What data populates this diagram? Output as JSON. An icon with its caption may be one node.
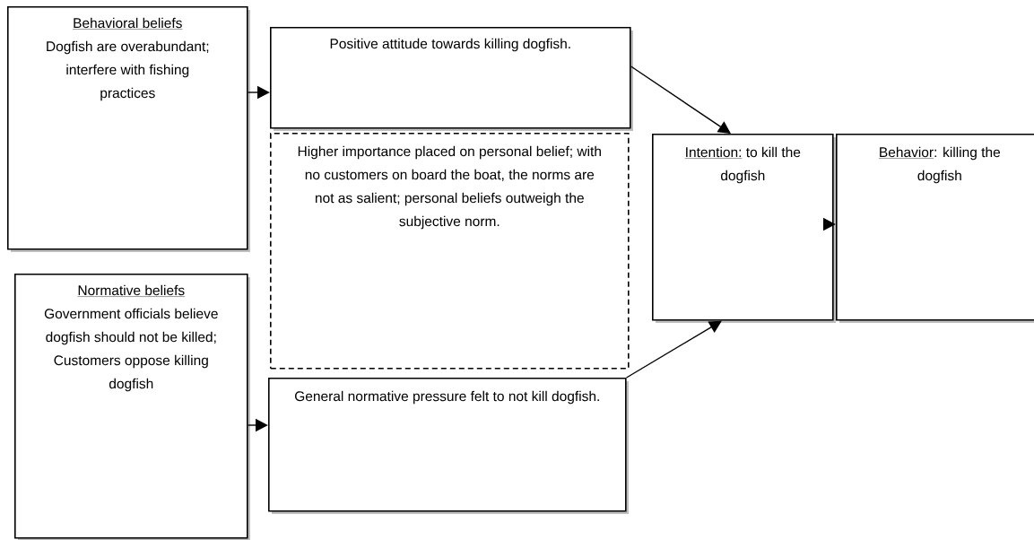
{
  "diagram": {
    "nodes": [
      {
        "text": [
          "Behavioral beliefs",
          "Dogfish are overabundant; interfere with fishing practices"
        ]
      },
      {
        "text": [
          "Positive attitude towards killing dogfish."
        ]
      },
      {
        "text": [
          "Higher importance placed on personal belief; with no customers on board the boat, the norms are not as salient; personal beliefs outweigh the subjective norm."
        ]
      },
      {
        "text": [
          "Normative beliefs",
          "Government officials believe dogfish should not be killed; Customers oppose killing dogfish"
        ]
      },
      {
        "text": [
          "General normative pressure felt to not kill dogfish."
        ]
      },
      {
        "text": [
          "Intention:",
          "to kill the dogfish"
        ]
      },
      {
        "text": [
          "Behavior",
          ": killing the dogfish"
        ]
      }
    ],
    "edges": [
      {
        "from": 0,
        "to": 1,
        "arrow": "to"
      },
      {
        "from": 3,
        "to": 4,
        "arrow": "to"
      },
      {
        "from": 1,
        "to": 5,
        "arrow": "to"
      },
      {
        "from": 4,
        "to": 5,
        "arrow": "to"
      },
      {
        "from": 5,
        "to": 6,
        "arrow": "to"
      }
    ]
  }
}
